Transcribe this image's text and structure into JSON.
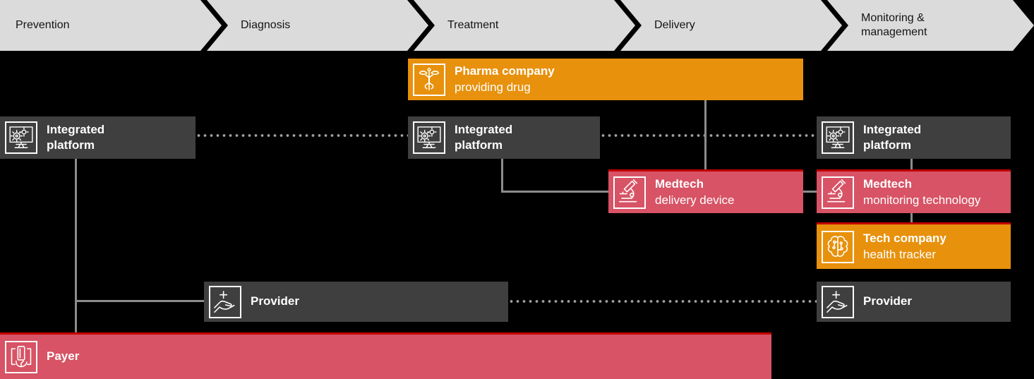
{
  "stages": [
    "Prevention",
    "Diagnosis",
    "Treatment",
    "Delivery",
    "Monitoring & management"
  ],
  "boxes": {
    "pharma": {
      "title": "Pharma company",
      "subtitle": "providing drug"
    },
    "platform_left": {
      "title": "Integrated platform"
    },
    "platform_middle": {
      "title": "Integrated platform"
    },
    "platform_right": {
      "title": "Integrated platform"
    },
    "medtech_delivery": {
      "title": "Medtech",
      "subtitle": "delivery device"
    },
    "medtech_monitoring": {
      "title": "Medtech",
      "subtitle": "monitoring technology"
    },
    "tech_company": {
      "title": "Tech company",
      "subtitle": "health tracker"
    },
    "provider_left": {
      "title": "Provider"
    },
    "provider_right": {
      "title": "Provider"
    },
    "payer": {
      "title": "Payer"
    }
  },
  "icons": {
    "pharma": "caduceus-icon",
    "platform": "monitor-gears-icon",
    "medtech": "microscope-icon",
    "tech_company": "brain-circuit-icon",
    "provider": "hand-plus-icon",
    "payer": "card-hand-icon"
  },
  "colors": {
    "background": "#000000",
    "stage_fill": "#DBDBDB",
    "stage_text": "#141414",
    "orange": "#E8910C",
    "pink": "#D75365",
    "dark_gray": "#3F3F3F",
    "connector": "#8C8C8C",
    "accent_red": "#C00000",
    "text": "#FFFFFF"
  }
}
